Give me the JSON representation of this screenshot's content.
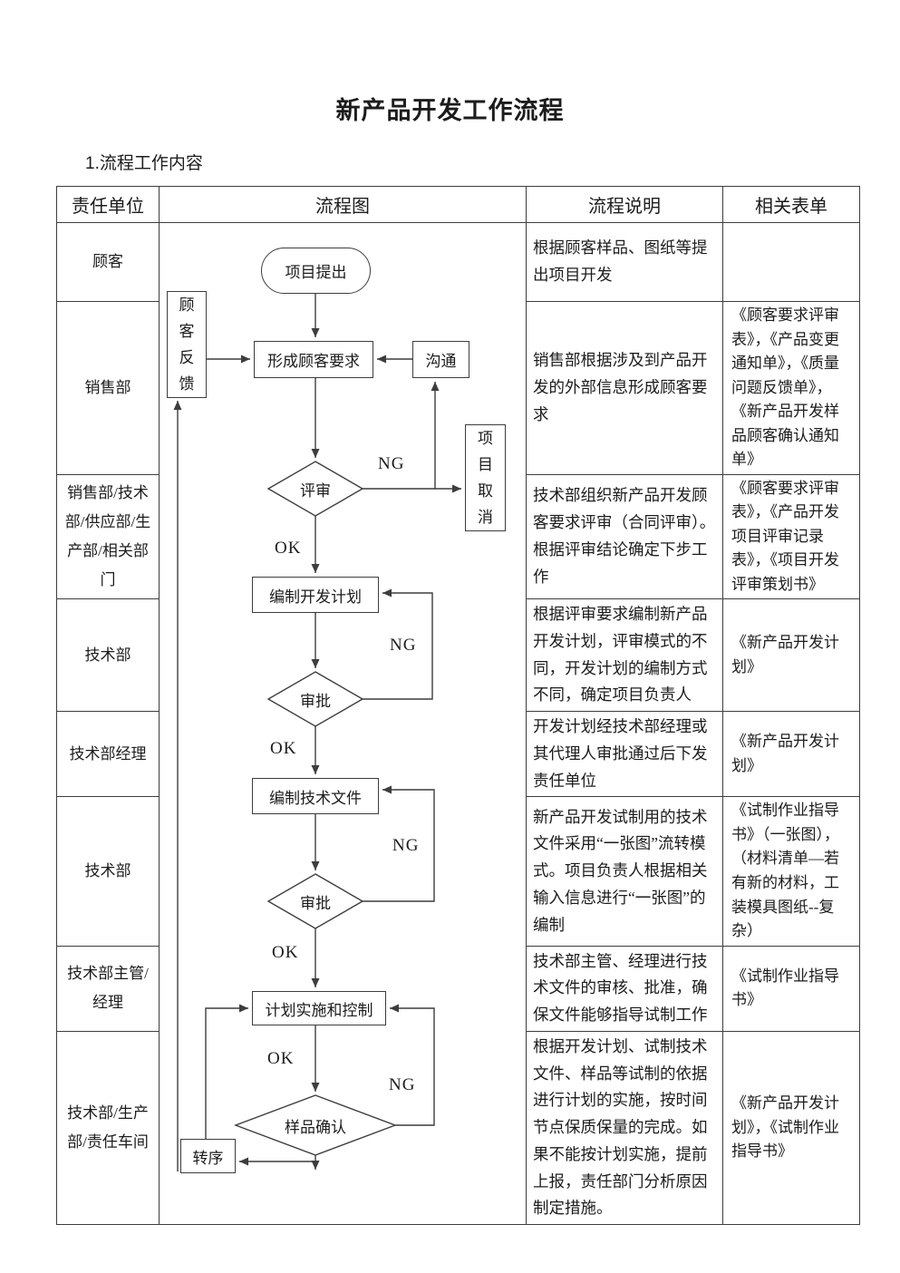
{
  "doc": {
    "title": "新产品开发工作流程",
    "section": "1.流程工作内容"
  },
  "table": {
    "headers": [
      "责任单位",
      "流程图",
      "流程说明",
      "相关表单"
    ],
    "rows": [
      {
        "unit": "顾客",
        "desc": "根据顾客样品、图纸等提出项目开发",
        "forms": ""
      },
      {
        "unit": "销售部",
        "desc": "销售部根据涉及到产品开发的外部信息形成顾客要求",
        "forms": "《顾客要求评审表》，《产品变更通知单》，《质量问题反馈单》，《新产品开发样品顾客确认通知单》"
      },
      {
        "unit": "销售部/技术部/供应部/生产部/相关部门",
        "desc": "技术部组织新产品开发顾客要求评审（合同评审）。根据评审结论确定下步工作",
        "forms": "《顾客要求评审表》，《产品开发项目评审记录表》，《项目开发评审策划书》"
      },
      {
        "unit": "技术部",
        "desc": "根据评审要求编制新产品开发计划，评审模式的不同，开发计划的编制方式不同，确定项目负责人",
        "forms": "《新产品开发计划》"
      },
      {
        "unit": "技术部经理",
        "desc": "开发计划经技术部经理或其代理人审批通过后下发责任单位",
        "forms": "《新产品开发计划》"
      },
      {
        "unit": "技术部",
        "desc": "新产品开发试制用的技术文件采用“一张图”流转模式。项目负责人根据相关输入信息进行“一张图”的编制",
        "forms": "《试制作业指导书》（一张图），（材料清单—若有新的材料，工装模具图纸--复杂）"
      },
      {
        "unit": "技术部主管/经理",
        "desc": "技术部主管、经理进行技术文件的审核、批准，确保文件能够指导试制工作",
        "forms": "《试制作业指导书》"
      },
      {
        "unit": "技术部/生产部/责任车间",
        "desc": "根据开发计划、试制技术文件、样品等试制的依据进行计划的实施，按时间节点保质保量的完成。如果不能按计划实施，提前上报，责任部门分析原因制定措施。",
        "forms": "《新产品开发计划》，《试制作业指导书》"
      }
    ]
  },
  "flow": {
    "nodes": {
      "proposal": "项目提出",
      "feedback": "顾客反馈",
      "form_req": "形成顾客要求",
      "comm": "沟通",
      "review": "评审",
      "cancel": "项目取消",
      "plan": "编制开发计划",
      "approve1": "审批",
      "docs": "编制技术文件",
      "approve2": "审批",
      "implement": "计划实施和控制",
      "sample": "样品确认",
      "transfer": "转序"
    },
    "labels": {
      "ng": "NG",
      "ok": "OK"
    }
  },
  "colors": {
    "line": "#3d3d3d",
    "text": "#1c1c1c",
    "background": "#ffffff"
  }
}
